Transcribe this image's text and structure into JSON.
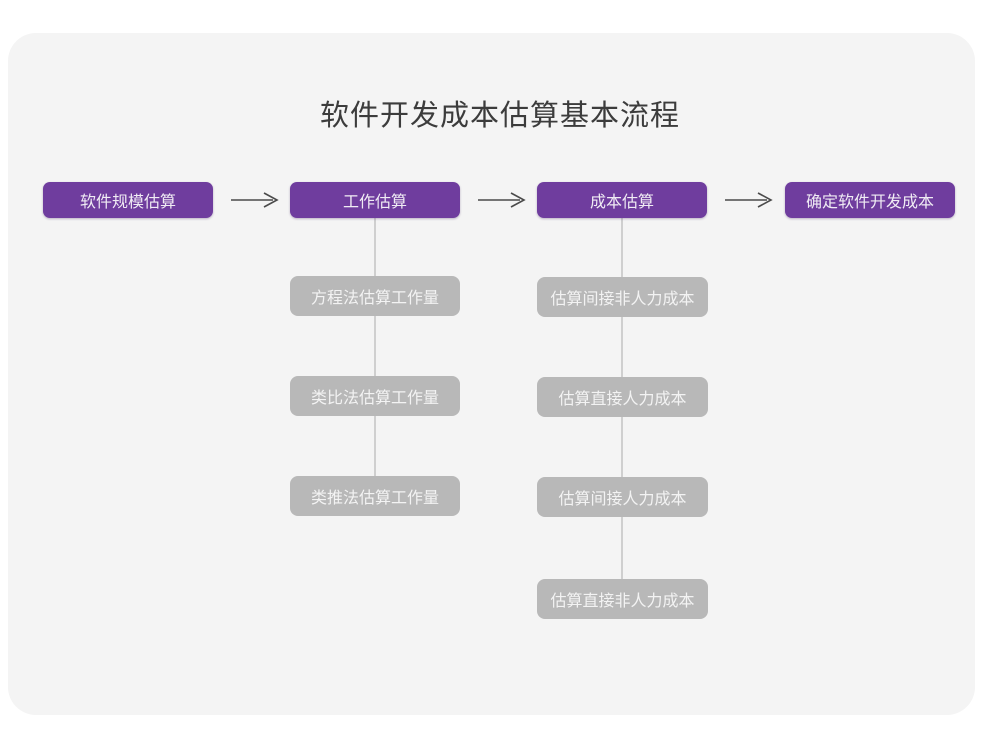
{
  "title": "软件开发成本估算基本流程",
  "colors": {
    "page_background": "#ffffff",
    "card_background": "#f4f4f4",
    "primary_node": "#6f3d9e",
    "primary_node_text": "#f0ecf4",
    "secondary_node": "#b8b8b8",
    "secondary_node_text": "#f3f3f3",
    "connector_line": "#cfcfcf",
    "arrow": "#4a4a4a",
    "title_text": "#3c3c3c"
  },
  "flow": {
    "main_steps": [
      {
        "id": "step-1",
        "label": "软件规模估算"
      },
      {
        "id": "step-2",
        "label": "工作估算"
      },
      {
        "id": "step-3",
        "label": "成本估算"
      },
      {
        "id": "step-4",
        "label": "确定软件开发成本"
      }
    ],
    "arrows": [
      {
        "id": "arrow-1",
        "glyph": "⟶"
      },
      {
        "id": "arrow-2",
        "glyph": "⟶"
      },
      {
        "id": "arrow-3",
        "glyph": "⟶"
      }
    ],
    "branches": [
      {
        "parent": "工作估算",
        "items": [
          "方程法估算工作量",
          "类比法估算工作量",
          "类推法估算工作量"
        ]
      },
      {
        "parent": "成本估算",
        "items": [
          "估算间接非人力成本",
          "估算直接人力成本",
          "估算间接人力成本",
          "估算直接非人力成本"
        ]
      }
    ]
  }
}
